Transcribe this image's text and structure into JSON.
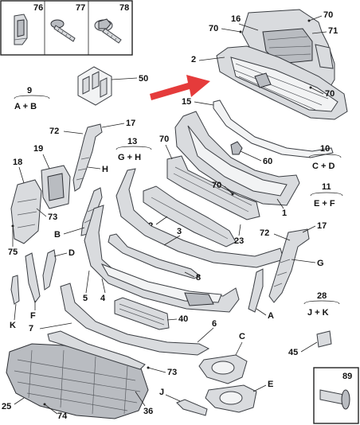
{
  "callouts": {
    "n76": "76",
    "n77": "77",
    "n78": "78",
    "n50": "50",
    "n16": "16",
    "n70a": "70",
    "n70b": "70",
    "n71": "71",
    "n2": "2",
    "n70c": "70",
    "n15": "15",
    "n9": "9",
    "n72a": "72",
    "n17a": "17",
    "n13": "13",
    "n70d": "70",
    "n10": "10",
    "n19": "19",
    "n18": "18",
    "nH": "H",
    "n60": "60",
    "n70e": "70",
    "n11": "11",
    "n73a": "73",
    "n1": "1",
    "n12": "12",
    "n3": "3",
    "n75": "75",
    "nB": "B",
    "n23": "23",
    "n72b": "72",
    "n17b": "17",
    "nD": "D",
    "n8": "8",
    "nG": "G",
    "n5": "5",
    "n4": "4",
    "nK": "K",
    "nF": "F",
    "n7": "7",
    "n40": "40",
    "n6": "6",
    "nA": "A",
    "n28": "28",
    "nC": "C",
    "n45": "45",
    "n73b": "73",
    "nE": "E",
    "n89": "89",
    "nJ": "J",
    "n25": "25",
    "n74": "74",
    "n36": "36"
  },
  "groups": {
    "g9": "A + B",
    "g13": "G + H",
    "g10": "C + D",
    "g11": "E + F",
    "g28": "J + K"
  },
  "colors": {
    "part_fill": "#d9dbde",
    "part_stroke": "#3a3d42",
    "arrow": "#e53b3b"
  },
  "icons": {
    "pointer": "red-arrow-icon",
    "fastener_screw": "screw-icon",
    "fastener_bolt": "flange-bolt-icon",
    "clip": "clip-icon",
    "rivet": "rivet-icon"
  }
}
